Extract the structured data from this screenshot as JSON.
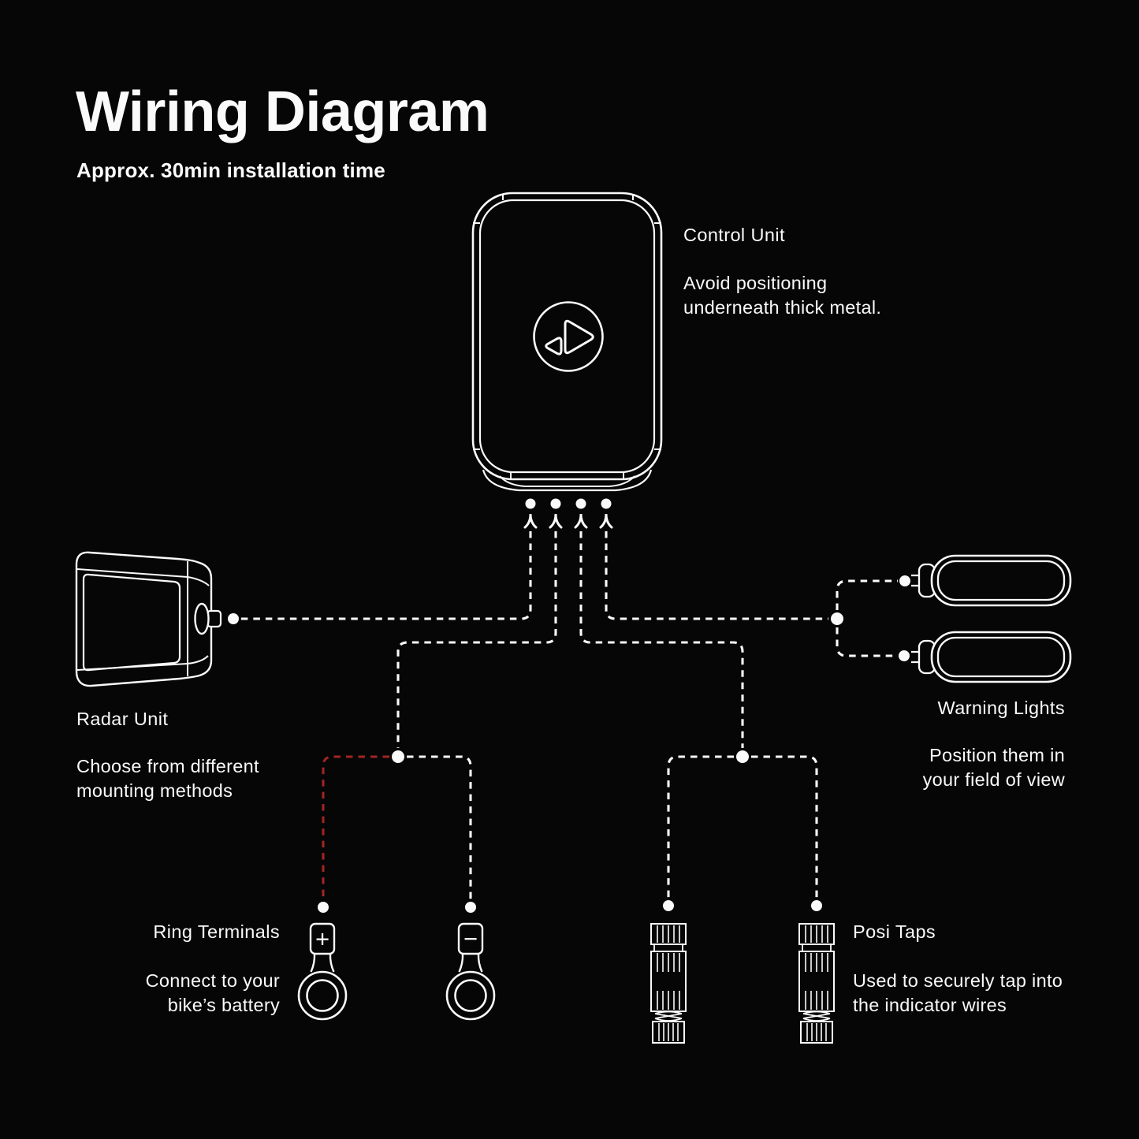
{
  "page": {
    "title": "Wiring Diagram",
    "subtitle": "Approx. 30min installation time",
    "background_color": "#060606",
    "line_color": "#fafafa",
    "positive_wire_color": "#a02524"
  },
  "components": {
    "control_unit": {
      "label": "Control Unit",
      "description_lines": [
        "Avoid positioning",
        "underneath thick metal."
      ]
    },
    "radar_unit": {
      "label": "Radar Unit",
      "description_lines": [
        "Choose from different",
        "mounting methods"
      ]
    },
    "warning_lights": {
      "label": "Warning Lights",
      "description_lines": [
        "Position them in",
        "your field of view"
      ]
    },
    "ring_terminals": {
      "label": "Ring Terminals",
      "description_lines": [
        "Connect to your",
        "bike’s battery"
      ],
      "positive_symbol": "+",
      "negative_symbol": "−"
    },
    "posi_taps": {
      "label": "Posi Taps",
      "description_lines": [
        "Used to securely tap into",
        "the indicator wires"
      ]
    }
  }
}
